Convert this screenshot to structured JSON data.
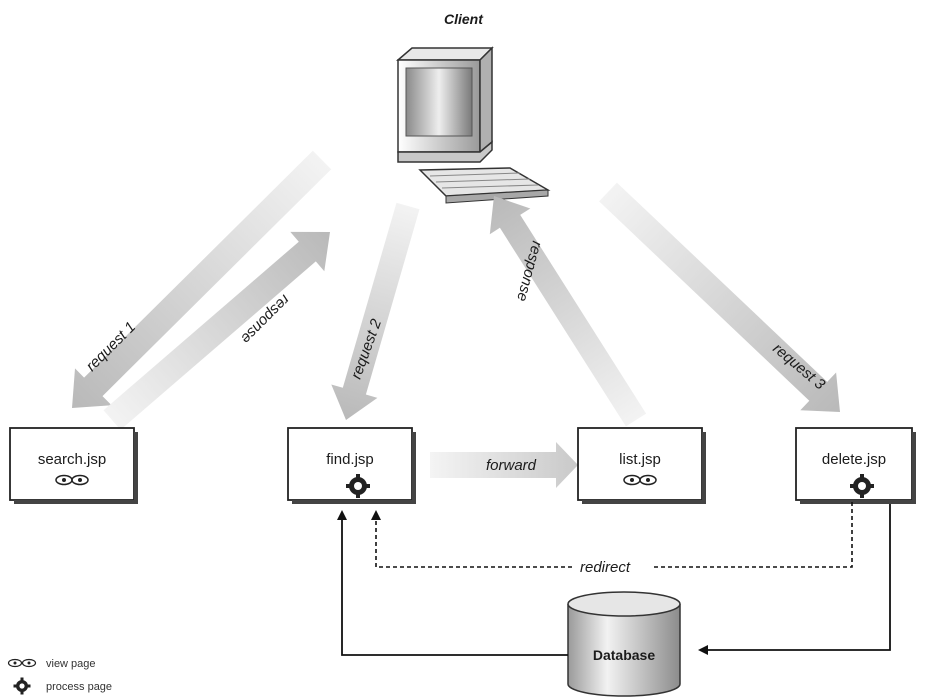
{
  "client": {
    "label": "Client"
  },
  "nodes": [
    {
      "id": "search",
      "label": "search.jsp",
      "kind": "view"
    },
    {
      "id": "find",
      "label": "find.jsp",
      "kind": "process"
    },
    {
      "id": "list",
      "label": "list.jsp",
      "kind": "view"
    },
    {
      "id": "delete",
      "label": "delete.jsp",
      "kind": "process"
    }
  ],
  "arrows": {
    "request1": "request 1",
    "response1": "response",
    "request2": "request 2",
    "response2": "response",
    "request3": "request 3",
    "forward": "forward",
    "redirect": "redirect"
  },
  "database": {
    "label": "Database"
  },
  "legend": [
    {
      "icon": "eye-icon",
      "label": "view page"
    },
    {
      "icon": "gear-icon",
      "label": "process page"
    }
  ]
}
